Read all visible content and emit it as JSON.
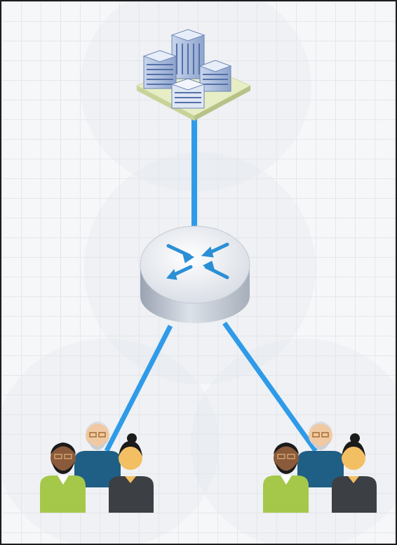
{
  "diagram": {
    "type": "network-topology",
    "nodes": [
      {
        "id": "headquarters",
        "icon": "office-buildings-icon"
      },
      {
        "id": "router",
        "icon": "router-icon"
      },
      {
        "id": "user-group-left",
        "icon": "user-group-icon"
      },
      {
        "id": "user-group-right",
        "icon": "user-group-icon"
      }
    ],
    "links": [
      {
        "from": "headquarters",
        "to": "router"
      },
      {
        "from": "router",
        "to": "user-group-left"
      },
      {
        "from": "router",
        "to": "user-group-right"
      }
    ]
  },
  "colors": {
    "link": "#2f9be8",
    "router_top": "#e9ecf2",
    "router_side": "#b9c0cb",
    "router_arrow": "#2b8fd6",
    "building": "#9fb4d8",
    "building_window": "#5670a8",
    "ground": "#e7eec5",
    "person_green": "#a5c84a",
    "person_blue": "#1f5f85",
    "person_dark": "#3c3f43"
  }
}
